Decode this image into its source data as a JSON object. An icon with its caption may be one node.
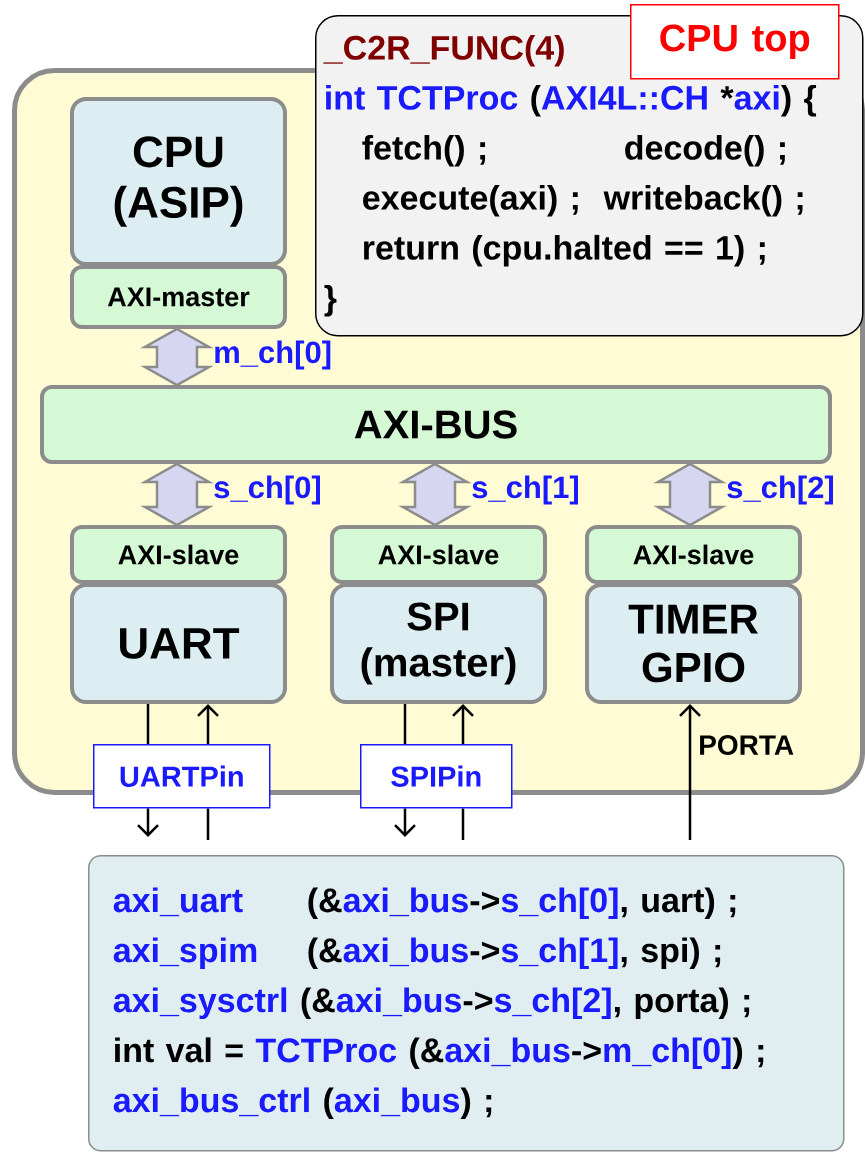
{
  "diagram": {
    "nodes": [
      {
        "text": [],
        "shape": "box"
      },
      {
        "text": [
          "CPU (ASIP)"
        ],
        "in": 0
      },
      {
        "text": [
          "AXI-master"
        ],
        "in": 0
      },
      {
        "text": [
          "AXI-BUS"
        ],
        "in": 0
      },
      {
        "text": [
          "AXI-slave"
        ],
        "in": 0
      },
      {
        "text": [
          "UART"
        ],
        "in": 0
      },
      {
        "text": [
          "AXI-slave"
        ],
        "in": 0
      },
      {
        "text": [
          "SPI (master)"
        ],
        "in": 0
      },
      {
        "text": [
          "AXI-slave"
        ],
        "in": 0
      },
      {
        "text": [
          "TIMER GPIO"
        ],
        "in": 0
      },
      {
        "text": [
          "UARTPin"
        ]
      },
      {
        "text": [
          "SPIPin"
        ]
      },
      {
        "text": [
          "_C2R_FUNC(4)",
          "int TCTProc",
          "(",
          "AXI4L::CH",
          "*",
          "axi",
          ") {",
          "fetch() ;",
          "decode() ;",
          "execute(axi) ;",
          "writeback() ;",
          "return (cpu.halted == 1) ;",
          "}"
        ]
      },
      {
        "text": [
          "CPU top"
        ]
      },
      {
        "text": [
          "axi_uart",
          "(&",
          "axi_bus",
          "->",
          "s_ch[0]",
          ", uart) ;",
          "axi_spim",
          "(&",
          "axi_bus",
          "->",
          "s_ch[1]",
          ", spi) ;",
          "axi_sysctrl",
          "(&",
          "axi_bus",
          "->",
          "s_ch[2]",
          ", porta) ;",
          "int val =",
          "TCTProc",
          "(&",
          "axi_bus",
          "->",
          "m_ch[0]",
          ") ;",
          "axi_bus_ctrl",
          "(",
          "axi_bus",
          ") ;"
        ]
      }
    ],
    "edges": [
      {
        "from": 2,
        "to": 3,
        "arrow": "both",
        "label": "m_ch[0]",
        "style": "thick"
      },
      {
        "from": 3,
        "to": 4,
        "arrow": "both",
        "label": "s_ch[0]",
        "style": "thick"
      },
      {
        "from": 3,
        "to": 6,
        "arrow": "both",
        "label": "s_ch[1]",
        "style": "thick"
      },
      {
        "from": 3,
        "to": 8,
        "arrow": "both",
        "label": "s_ch[2]",
        "style": "thick"
      },
      {
        "from": 5,
        "to": 10,
        "arrow": "none"
      },
      {
        "from": 10,
        "to": null,
        "arrow": "to"
      },
      {
        "from": null,
        "to": 10,
        "arrow": "none"
      },
      {
        "from": 10,
        "to": 5,
        "arrow": "to"
      },
      {
        "from": 7,
        "to": 11,
        "arrow": "none"
      },
      {
        "from": 11,
        "to": null,
        "arrow": "to"
      },
      {
        "from": null,
        "to": 11,
        "arrow": "none"
      },
      {
        "from": 11,
        "to": 7,
        "arrow": "to"
      },
      {
        "from": null,
        "to": 9,
        "arrow": "to",
        "label": "PORTA"
      }
    ]
  }
}
